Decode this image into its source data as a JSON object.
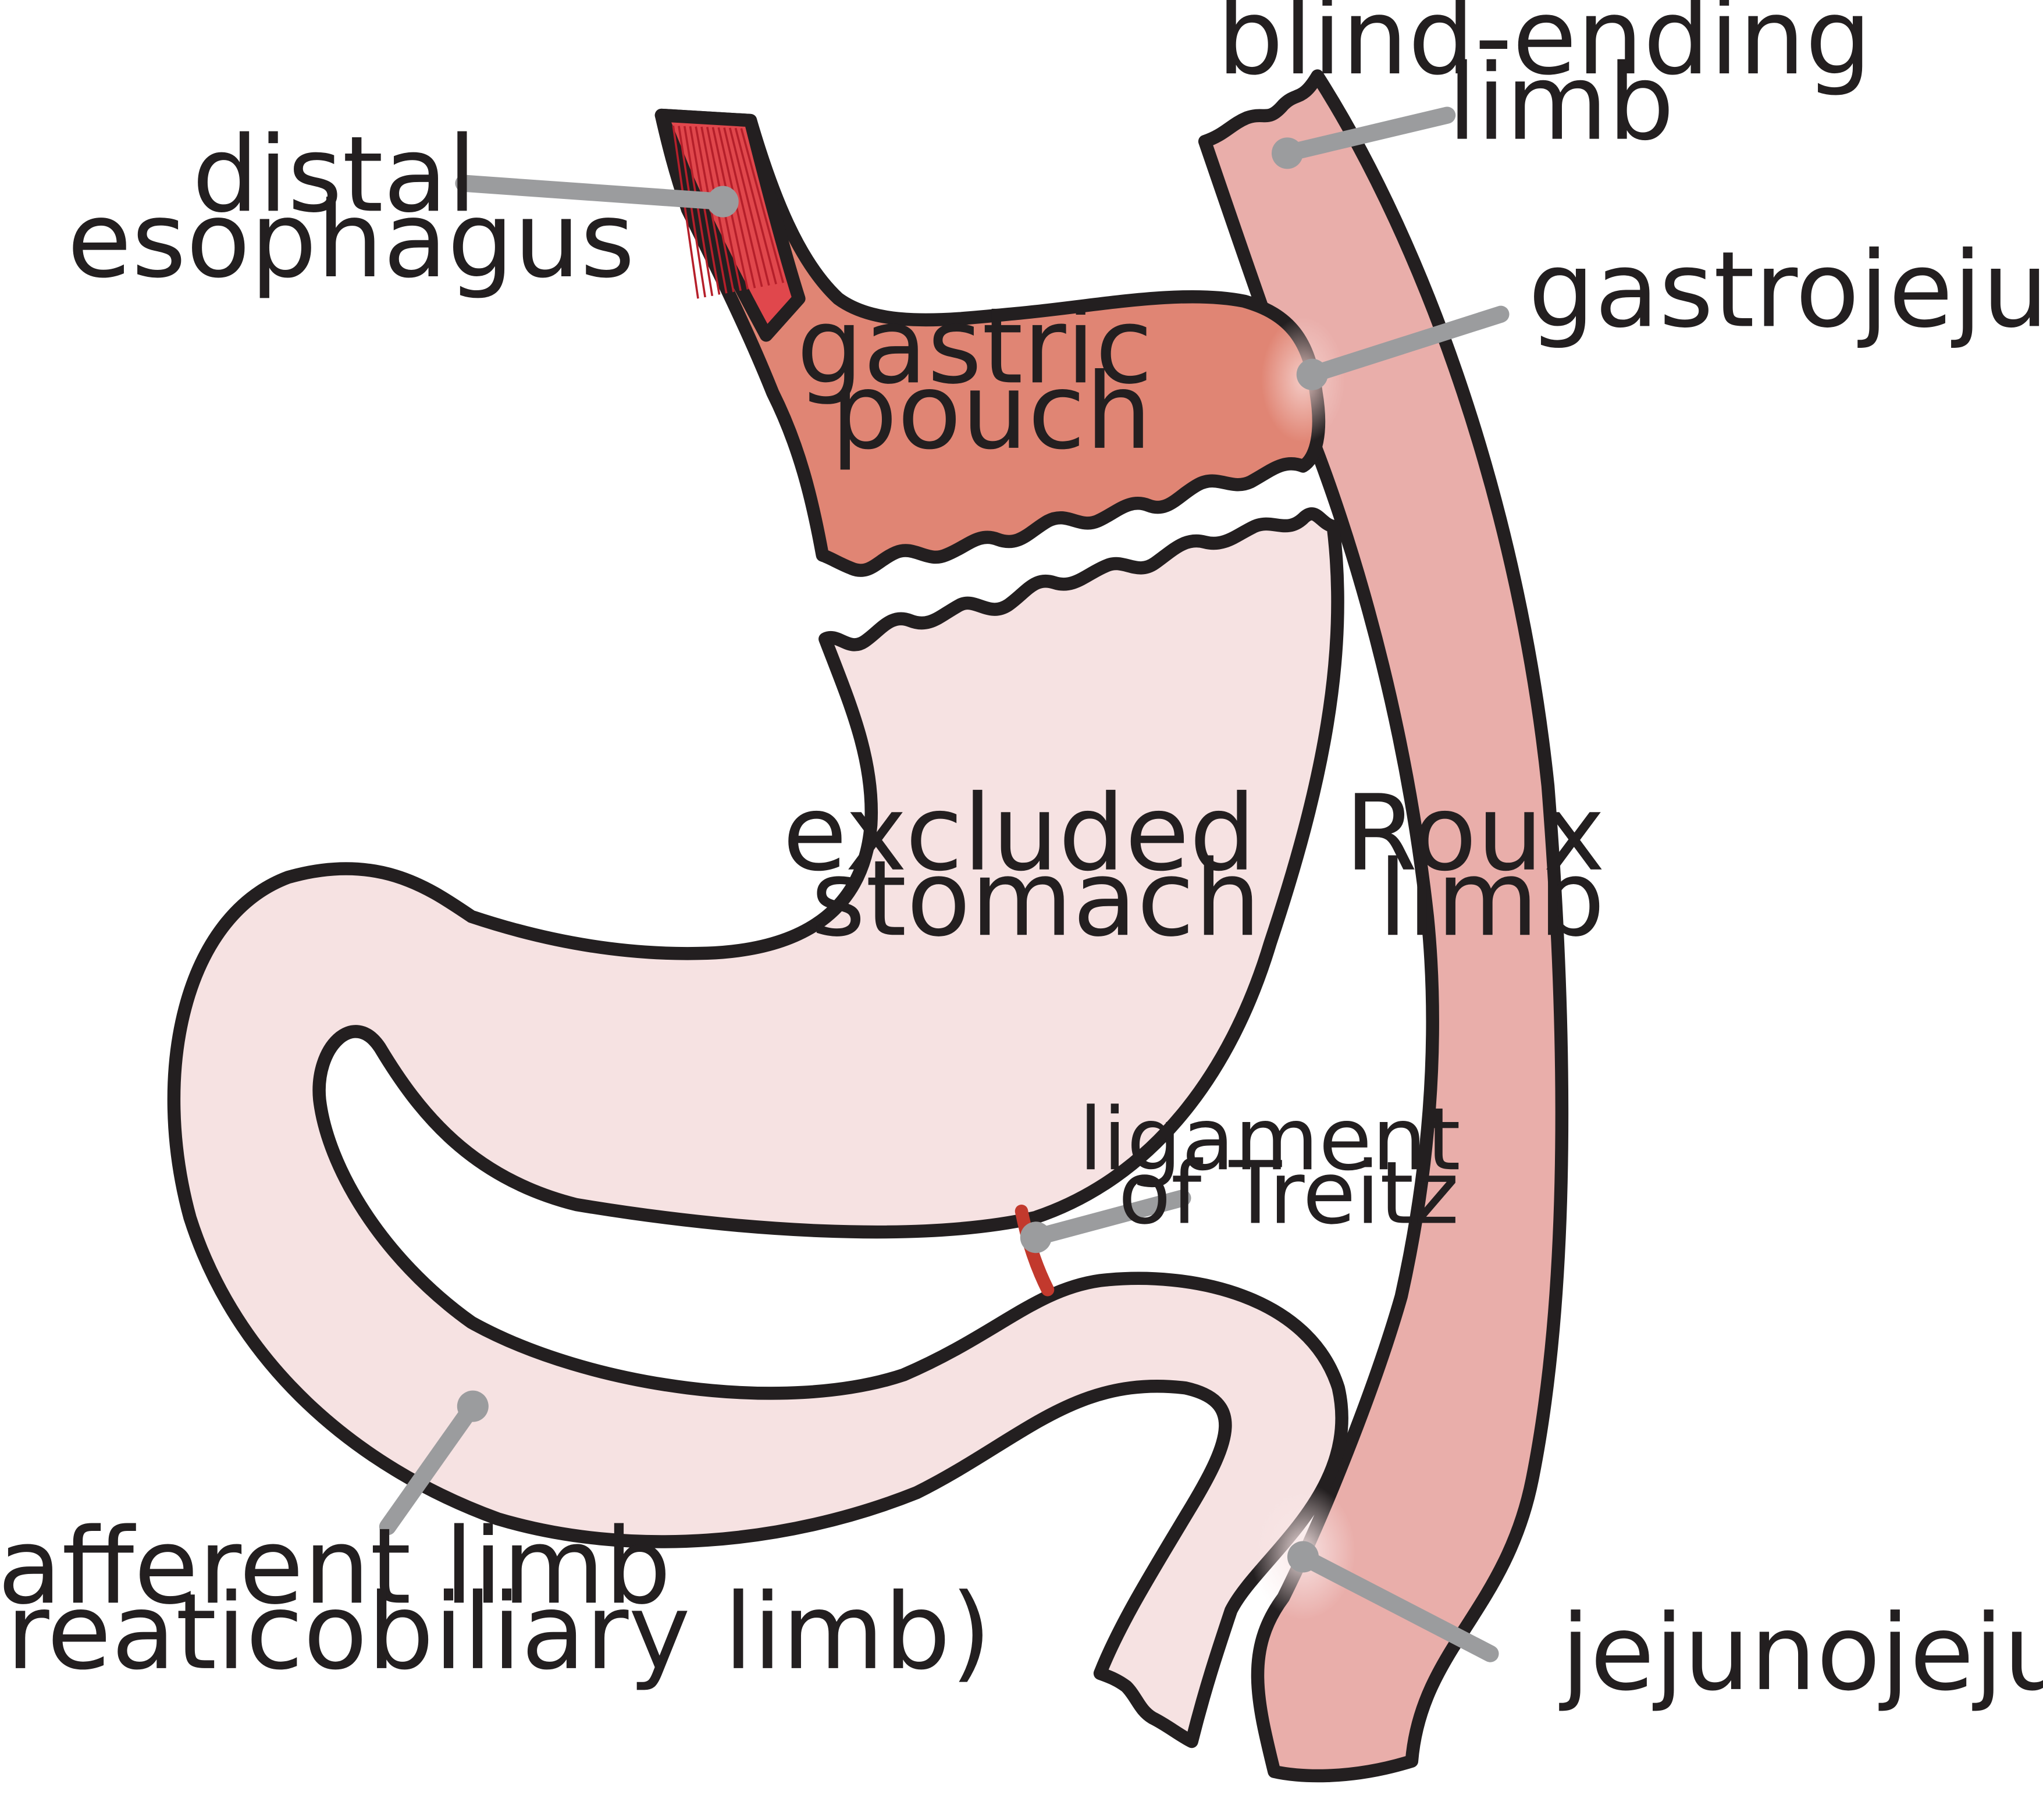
{
  "labels": {
    "distal_esophagus": [
      "distal",
      "esophagus"
    ],
    "blind_ending_limb": [
      "blind-ending",
      "limb"
    ],
    "gastrojejunostomy": "gastrojejunostomy",
    "gastric_pouch": [
      "gastric",
      "pouch"
    ],
    "excluded_stomach": [
      "excluded",
      "stomach"
    ],
    "roux_limb": [
      "Roux",
      "limb"
    ],
    "ligament_of_treitz": [
      "ligament",
      "of Treitz"
    ],
    "afferent_limb": [
      "afferent limb",
      "(pancreaticobiliary limb)"
    ],
    "jejunojejunostomy": "jejunojejunostomy"
  },
  "colors": {
    "esophagus": "#e0474c",
    "esophagus_striation": "#b51f2a",
    "gastric_pouch": "#e08574",
    "roux_limb": "#e9aeaa",
    "excluded_stomach": "#f6e2e2",
    "ligament": "#c2392d",
    "outline": "#231f20",
    "leader": "#9b9c9e"
  }
}
